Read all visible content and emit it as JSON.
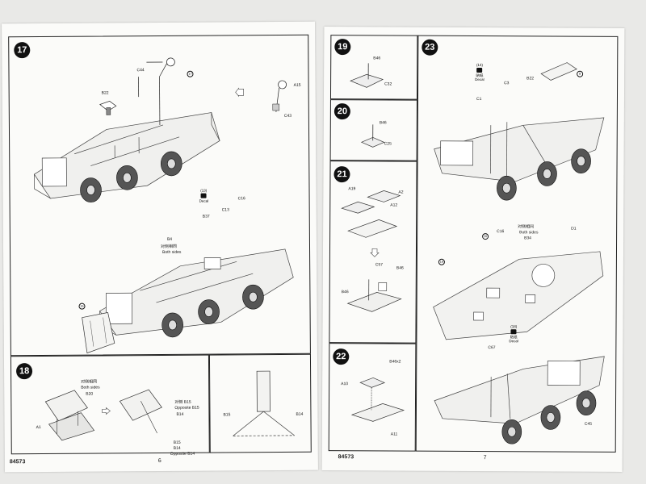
{
  "left_page": {
    "step17": {
      "number": "17",
      "parts": {
        "c44": "C44",
        "b22": "B22",
        "a15": "A15",
        "c43": "C43",
        "b4": "B4",
        "b37": "B37",
        "c13": "C13",
        "c16": "C16"
      },
      "callout_17a": "17",
      "callout_16": "16",
      "decal_num": "(13)",
      "decal_text": "Decal",
      "both_sides_cn": "对侧相同",
      "both_sides_en": "Both sides"
    },
    "step18": {
      "number": "18",
      "both_sides_cn": "对侧相同",
      "both_sides_en": "Both sides",
      "b20": "B20",
      "a1": "A1",
      "opp_cn": "对侧 B15",
      "opp_b15": "Opposite B15",
      "b14": "B14",
      "b15": "B15",
      "b14b": "B14",
      "opp_b14": "Opposite B14",
      "detail_b15": "B15",
      "detail_b14": "B14"
    },
    "footer_code": "84573",
    "page_number": "6"
  },
  "right_page": {
    "step19": {
      "number": "19",
      "b46": "B46",
      "c32": "C32"
    },
    "step20": {
      "number": "20",
      "b46": "B46",
      "c25": "C25"
    },
    "step21": {
      "number": "21",
      "a19": "A19",
      "a2": "A2",
      "a12": "A12",
      "c57": "C57",
      "b46": "B46",
      "b46b": "B46"
    },
    "step22": {
      "number": "22",
      "b46x2": "B46x2",
      "a10": "A10",
      "a11": "A11"
    },
    "step23": {
      "number": "23",
      "decal1_num": "(14)",
      "decal1_cn": "贴纸",
      "decal1_en": "Decal",
      "c3": "C3",
      "c1": "C1",
      "b22": "B22",
      "callout_8": "8",
      "callout_20": "20",
      "callout_19": "19",
      "c16": "C16",
      "both_sides_cn": "对侧相同",
      "both_sides_en": "Both sides",
      "b34": "B34",
      "d1": "D1",
      "decal2_num": "(18)",
      "decal2_cn": "贴纸",
      "decal2_en": "Decal",
      "c67": "C67",
      "c45": "C45"
    },
    "footer_code": "84573",
    "page_number": "7"
  }
}
